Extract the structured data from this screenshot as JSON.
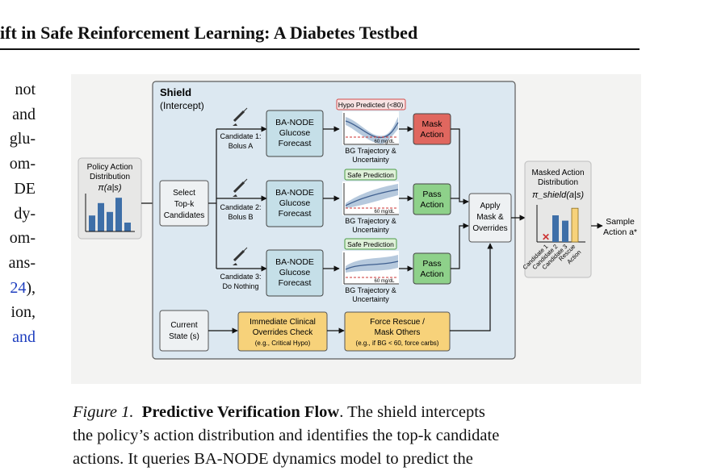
{
  "header": {
    "title": "ift in Safe Reinforcement Learning: A Diabetes Testbed"
  },
  "left_column": {
    "lines": [
      "not",
      "and",
      "glu-",
      "om-",
      "DE",
      "dy-",
      "om-",
      "ans-"
    ],
    "link_line_1": "24",
    "link_line_1_suffix": "),",
    "plain_line": "ion,",
    "link_line_2": "and"
  },
  "figure": {
    "policy": {
      "title_line1": "Policy Action",
      "title_line2": "Distribution",
      "formula": "π(a|s)",
      "bar_levels": [
        0.45,
        0.8,
        0.55,
        0.95,
        0.25
      ]
    },
    "select": {
      "line1": "Select",
      "line2": "Top-k",
      "line3": "Candidates"
    },
    "shield": {
      "title": "Shield",
      "subtitle": "(Intercept)"
    },
    "candidates": [
      {
        "label_line1": "Candidate 1:",
        "label_line2": "Bolus A",
        "forecast_line1": "BA-NODE",
        "forecast_line2": "Glucose",
        "forecast_line3": "Forecast",
        "badge": "Hypo Predicted (<80)",
        "threshold": "60 mg/dL",
        "traj_line1": "BG Trajectory &",
        "traj_line2": "Uncertainty",
        "action_line1": "Mask",
        "action_line2": "Action",
        "status": "unsafe"
      },
      {
        "label_line1": "Candidate 2:",
        "label_line2": "Bolus B",
        "forecast_line1": "BA-NODE",
        "forecast_line2": "Glucose",
        "forecast_line3": "Forecast",
        "badge": "Safe Prediction",
        "threshold": "60 mg/dL",
        "traj_line1": "BG Trajectory &",
        "traj_line2": "Uncertainty",
        "action_line1": "Pass",
        "action_line2": "Action",
        "status": "safe"
      },
      {
        "label_line1": "Candidate 3:",
        "label_line2": "Do Nothing",
        "forecast_line1": "BA-NODE",
        "forecast_line2": "Glucose",
        "forecast_line3": "Forecast",
        "badge": "Safe Prediction",
        "threshold": "60 mg/dL",
        "traj_line1": "BG Trajectory &",
        "traj_line2": "Uncertainty",
        "action_line1": "Pass",
        "action_line2": "Action",
        "status": "safe"
      }
    ],
    "apply": {
      "line1": "Apply",
      "line2": "Mask &",
      "line3": "Overrides"
    },
    "state": {
      "line1": "Current",
      "line2": "State (s)"
    },
    "overrides_check": {
      "line1": "Immediate Clinical",
      "line2": "Overrides Check",
      "line3": "(e.g., Critical Hypo)"
    },
    "force_rescue": {
      "line1": "Force Rescue /",
      "line2": "Mask Others",
      "line3": "(e.g., if BG < 60, force carbs)"
    },
    "masked": {
      "line1": "Masked Action",
      "line2": "Distribution",
      "formula": "π_shield(a|s)",
      "mask_mark": "✕",
      "bar_labels": [
        "Candidate 1",
        "Candidate 2",
        "Candidate 3",
        "Rescue",
        "Action"
      ],
      "bar_levels": [
        0,
        0.75,
        0.6,
        0.95
      ]
    },
    "sample": {
      "line1": "Sample",
      "line2": "Action a*"
    },
    "colors": {
      "shield_bg": "#dce8f1",
      "node_blue": "#c5dfe8",
      "mask_red": "#e0675f",
      "pass_green": "#8ed18a",
      "override_yellow": "#f7d27a",
      "bar_blue": "#3e6fa8"
    }
  },
  "caption": {
    "label": "Figure 1.",
    "title": "Predictive Verification Flow",
    "line1_rest": ". The shield intercepts",
    "line2": "the policy’s action distribution and identifies the top-k candidate",
    "line3": "actions. It queries BA-NODE dynamics model to predict the"
  }
}
